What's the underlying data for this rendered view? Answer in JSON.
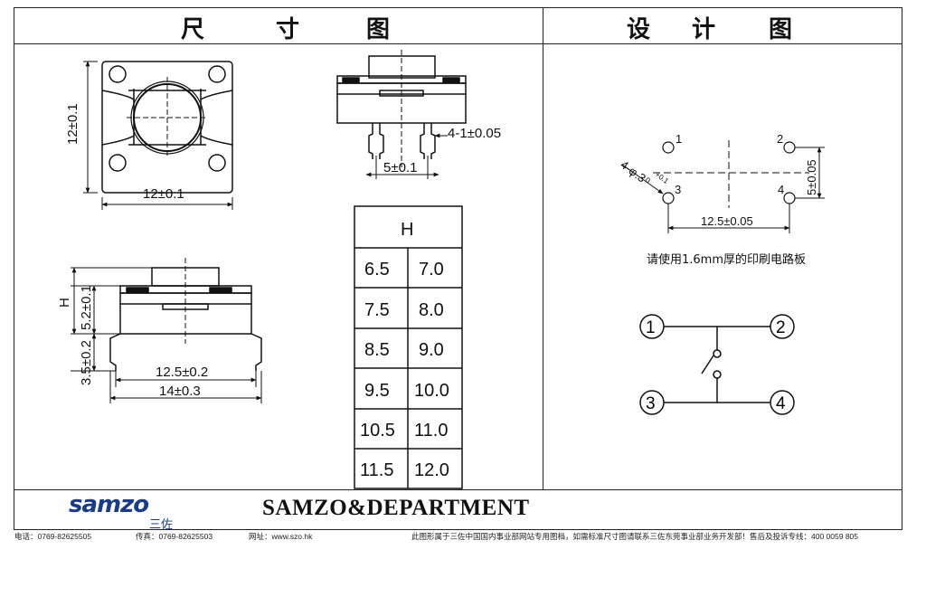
{
  "titles": {
    "dimension_chars": [
      "尺",
      "寸",
      "图"
    ],
    "design_chars": [
      "设",
      "计",
      "图"
    ]
  },
  "dims": {
    "top_height": "12±0.1",
    "top_width": "12±0.1",
    "side_pin_gap": "4-1±0.05",
    "side_pin_pitch": "5±0.1",
    "front_h": "H",
    "front_body": "5.2±0.1",
    "front_pin": "3.5±0.2",
    "front_span_inner": "12.5±0.2",
    "front_span_outer": "14±0.3"
  },
  "height_table": {
    "header": "H",
    "rows": [
      [
        "6.5",
        "7.0"
      ],
      [
        "7.5",
        "8.0"
      ],
      [
        "8.5",
        "9.0"
      ],
      [
        "9.5",
        "10.0"
      ],
      [
        "10.5",
        "11.0"
      ],
      [
        "11.5",
        "12.0"
      ]
    ]
  },
  "design": {
    "hole_label": "4-φ.3",
    "hole_tol_top": "+0.1",
    "hole_tol_bottom": "0",
    "pad_numbers": [
      "1",
      "2",
      "3",
      "4"
    ],
    "pitch_x": "12.5±0.05",
    "pitch_y": "5±0.05",
    "pcb_note": "请使用1.6mm厚的印刷电路板"
  },
  "schematic": {
    "terminals": [
      "1",
      "2",
      "3",
      "4"
    ]
  },
  "brand": {
    "logo": "samzo",
    "logo_cn": "三佐",
    "name": "SAMZO&DEPARTMENT"
  },
  "footer": {
    "phone": "电话：0769-82625505",
    "fax": "传真：0769-82625503",
    "web": "网址：www.szo.hk",
    "notice": "此图形属于三佐中国国内事业部网站专用图档，如需标准尺寸图请联系三佐东莞事业部业务开发部！售后及投诉专线：400 0059 805"
  }
}
